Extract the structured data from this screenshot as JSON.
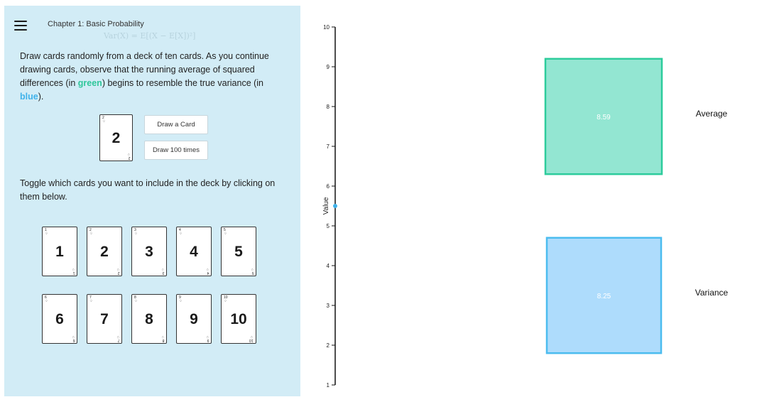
{
  "header": {
    "chapter_title": "Chapter 1: Basic Probability",
    "formula": "Var(X) = E[(X − E[X])²]"
  },
  "intro": {
    "part1": "Draw cards randomly from a deck of ten cards. As you continue drawing cards, observe that the running average of squared differences (in ",
    "green_word": "green",
    "part2": ") begins to resemble the true variance (in ",
    "blue_word": "blue",
    "part3": ")."
  },
  "drawn_card": {
    "value": "2",
    "corner": "2"
  },
  "buttons": {
    "draw_one": "Draw a Card",
    "draw_hundred": "Draw 100 times"
  },
  "toggle_text": "Toggle which cards you want to include in the deck by clicking on them below.",
  "deck": [
    "1",
    "2",
    "3",
    "4",
    "5",
    "6",
    "7",
    "8",
    "9",
    "10"
  ],
  "colors": {
    "green": "#2fc69a",
    "blue": "#3fb2ea",
    "average_fill": "#93e6d2",
    "average_stroke": "#2dcc9c",
    "variance_fill": "#aedcfc",
    "variance_stroke": "#4bbcef",
    "panel_bg": "#d2ecf6"
  },
  "chart_data": {
    "type": "bar",
    "ylabel": "Value",
    "ylim": [
      1,
      10
    ],
    "yticks": [
      "1",
      "2",
      "3",
      "4",
      "5",
      "6",
      "7",
      "8",
      "9",
      "10"
    ],
    "bars": [
      {
        "name": "Average",
        "value": 8.59,
        "label": "8.59",
        "range": [
          6.3,
          9.2
        ]
      },
      {
        "name": "Variance",
        "value": 8.25,
        "label": "8.25",
        "range": [
          1.8,
          4.7
        ]
      }
    ],
    "marker_value": 5.5
  }
}
